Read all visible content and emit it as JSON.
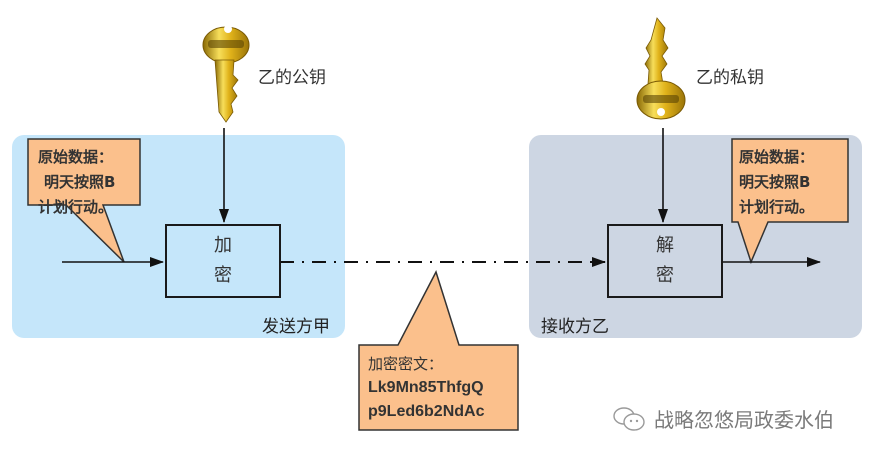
{
  "keys": {
    "public_key_label": "乙的公钥",
    "private_key_label": "乙的私钥"
  },
  "sender": {
    "panel_label": "发送方甲",
    "process_label_line1": "加",
    "process_label_line2": "密",
    "callout_lines": [
      "原始数据：",
      "明天按照B",
      "计划行动。"
    ]
  },
  "receiver": {
    "panel_label": "接收方乙",
    "process_label_line1": "解",
    "process_label_line2": "密",
    "callout_lines": [
      "原始数据：",
      "明天按照B",
      "计划行动。"
    ]
  },
  "ciphertext": {
    "title": "加密密文：",
    "lines": [
      "Lk9Mn85ThfgQ",
      "p9Led6b2NdAc"
    ]
  },
  "watermark": {
    "text": "战略忽悠局政委水伯",
    "icon": "wechat-icon"
  },
  "colors": {
    "sender_panel": "#c5e6fa",
    "receiver_panel": "#cdd6e3",
    "callout_fill": "#fbc08c",
    "key_gold": "#e0b21a"
  }
}
